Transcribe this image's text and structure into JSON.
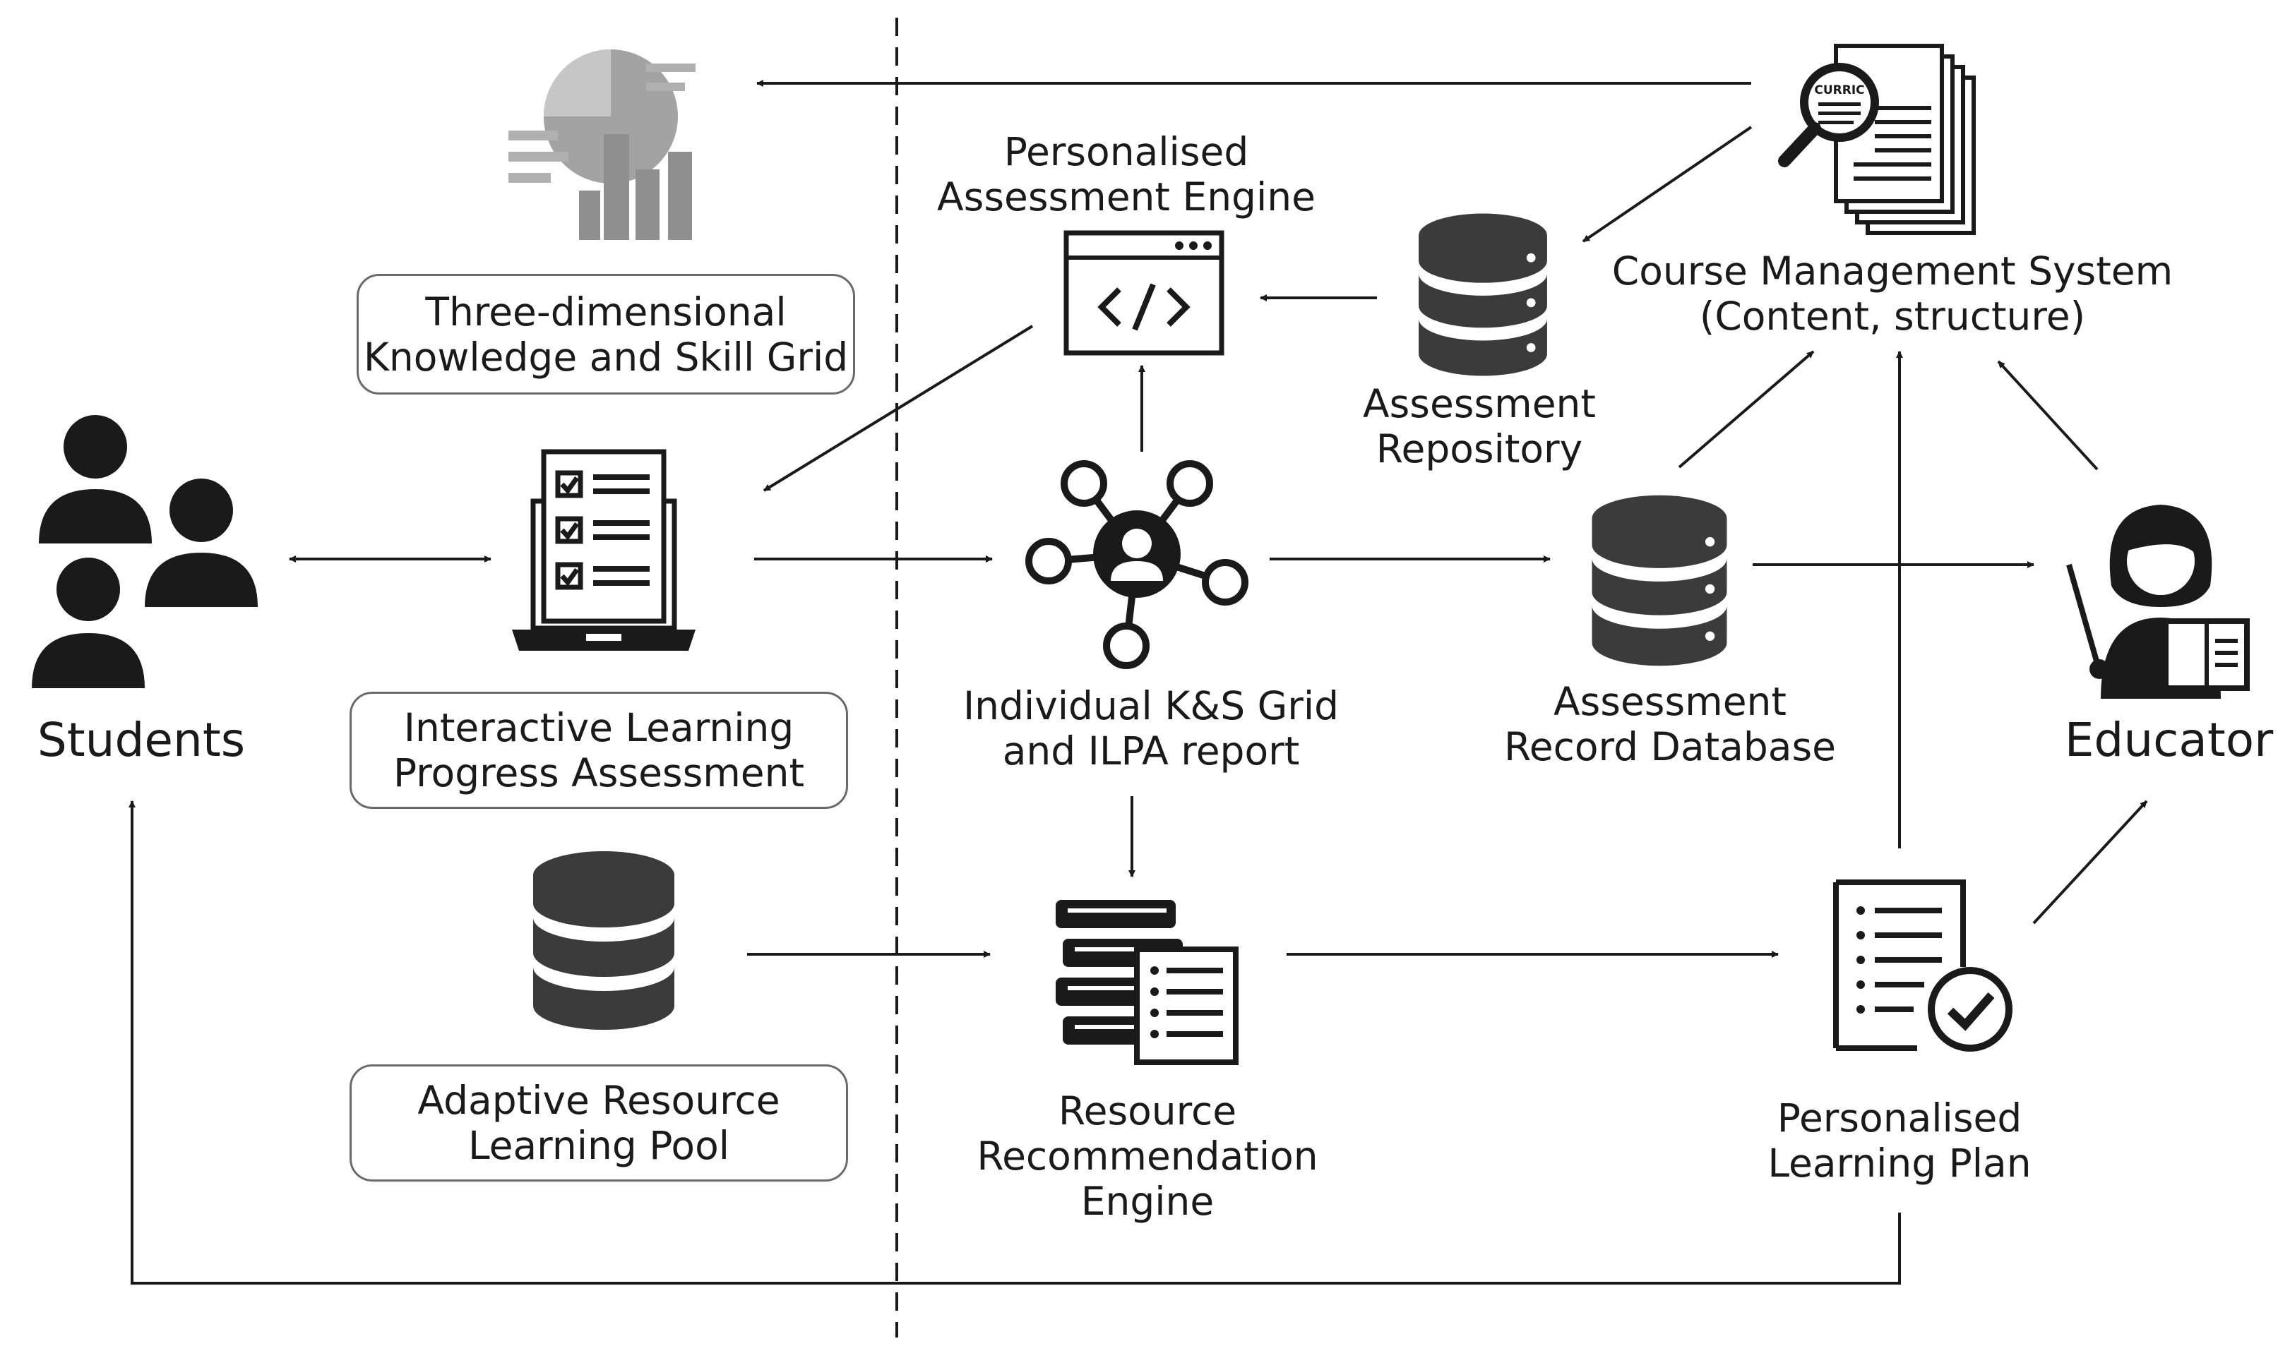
{
  "labels": {
    "students": "Students",
    "educator": "Educator",
    "three_d_grid": "Three-dimensional\nKnowledge and Skill Grid",
    "ilpa": "Interactive Learning\nProgress Assessment",
    "adaptive_pool": "Adaptive Resource\nLearning Pool",
    "pae": "Personalised\nAssessment Engine",
    "assessment_repository": "Assessment\nRepository",
    "cms": "Course Management System\n(Content, structure)",
    "individual_grid": "Individual K&S Grid\nand ILPA report",
    "record_db": "Assessment\nRecord Database",
    "rre": "Resource\nRecommendation\nEngine",
    "plan": "Personalised\nLearning Plan",
    "curriculum_tag": "CURRIC"
  },
  "icons": {
    "students": "students-group-icon",
    "educator": "educator-teacher-icon",
    "grid": "pie-bar-chart-icon",
    "laptop": "laptop-checklist-icon",
    "pool": "database-icon",
    "pae": "code-window-icon",
    "repository": "database-icon",
    "cms": "curriculum-documents-magnifier-icon",
    "network": "person-network-icon",
    "record_db": "database-icon",
    "books": "books-list-icon",
    "plan": "plan-checklist-icon"
  },
  "colors": {
    "ink": "#1a1a1a",
    "icon_fill": "#3b3b3b",
    "box_border": "#6a6a6a",
    "chart_gray": "#9a9a9a",
    "background": "#ffffff"
  }
}
